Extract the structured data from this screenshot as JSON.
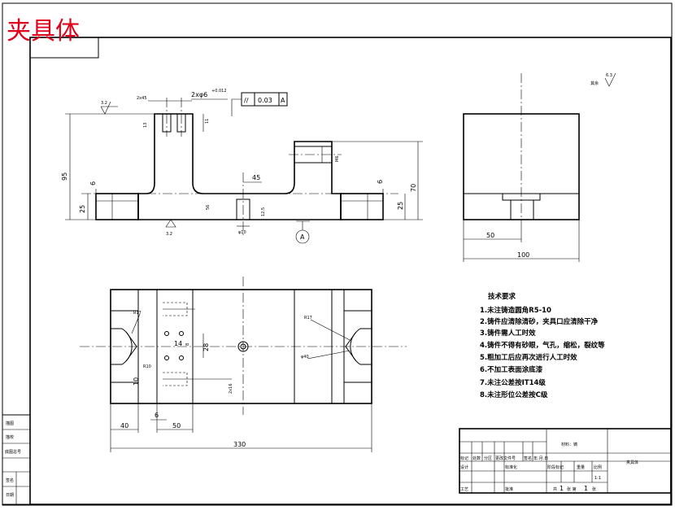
{
  "drawing_title": "夹具体",
  "roughness": {
    "others_label": "其余",
    "others_value": "6.3",
    "top_face": "3.2",
    "bottom_face": "3.2"
  },
  "front_view": {
    "dims": {
      "total_height": "95",
      "base_height_left": "25",
      "step_left": "6",
      "step_right": "6",
      "base_height_right": "25",
      "right_height": "70",
      "boss_dim": "45",
      "slot_dim": "13",
      "slot_depth": "11",
      "hole_top": "2x45",
      "hole_spec": "2xφ6",
      "hole_tol": "+0.012",
      "thread": "M6",
      "slot_w": "φ10",
      "depth_56": "56",
      "depth_12": "12.5"
    },
    "tolerance_frame": {
      "symbol": "//",
      "value": "0.03",
      "datum": "A"
    },
    "datum_label": "A"
  },
  "side_view": {
    "dim_50": "50",
    "dim_100": "100"
  },
  "top_view": {
    "r17_left": "R17",
    "r17_right": "R17",
    "r10": "R10",
    "phi40": "φ40",
    "dim_14": "14",
    "dim_8": "8",
    "dim_28": "28",
    "dim_10": "10",
    "dim_2x16": "2x16",
    "dim_40": "40",
    "dim_6": "6",
    "dim_50": "50",
    "dim_330": "330"
  },
  "notes": {
    "heading": "技术要求",
    "items": [
      "1.未注铸造圆角R5-10",
      "2.铸件应清除清砂，夹具口应清除干净",
      "3.铸件需人工时效",
      "4.铸件不得有砂眼，气孔，缩松，裂纹等",
      "5.粗加工后应再次进行人工时效",
      "6.不加工表面涂底漆",
      "7.未注公差按IT14级",
      "8.未注形位公差按C级"
    ]
  },
  "title_block": {
    "material_label": "材料：铸",
    "part_name": "夹具体",
    "scale_label": "比例",
    "scale_value": "1:1",
    "sheet_prefix": "共",
    "sheet_total": "1",
    "sheet_mid": "张  第",
    "sheet_current": "1",
    "sheet_suffix": "张",
    "stage_label": "阶段标记",
    "weight_label": "重量",
    "design_label": "设计",
    "standard_label": "标准化",
    "process_label": "工艺",
    "approve_label": "批准",
    "row_labels": [
      "标记",
      "处数",
      "分区",
      "更改文件号",
      "签名",
      "年.月.日"
    ]
  },
  "side_block": {
    "labels": [
      "描图",
      "描校",
      "底图总号",
      "签名",
      "日期"
    ]
  }
}
